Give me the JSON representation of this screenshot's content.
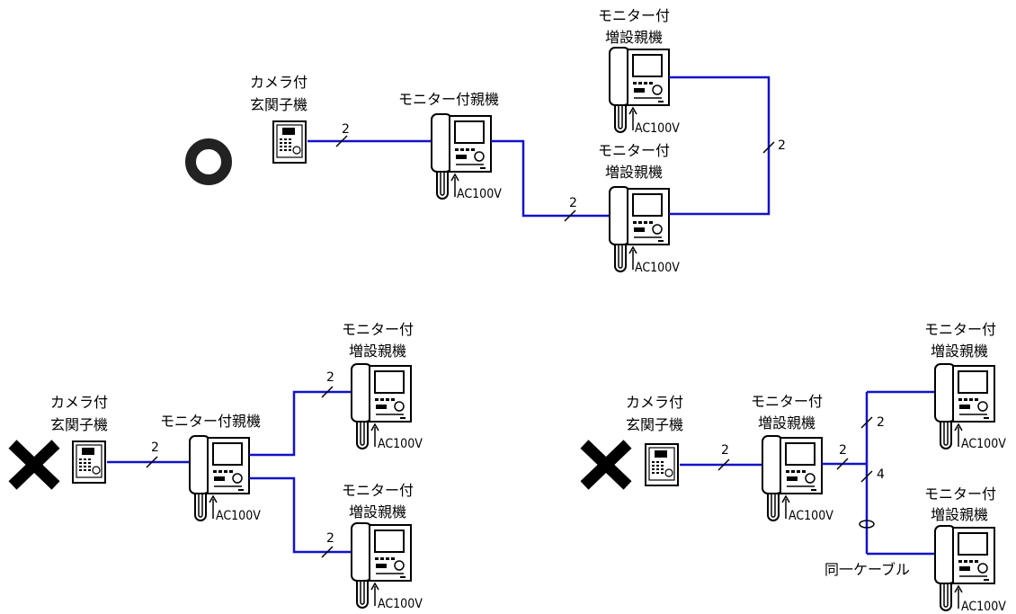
{
  "labels": {
    "camera_unit": [
      "カメラ付",
      "玄関子機"
    ],
    "monitor_master": "モニター付親機",
    "monitor_extension": [
      "モニター付",
      "増設親機"
    ],
    "power": "AC100V",
    "same_cable": "同一ケーブル"
  },
  "wire_counts": {
    "two": "2",
    "four": "4"
  },
  "marks": {
    "ok": "circle-mark",
    "ng": "cross-mark"
  },
  "colors": {
    "wire": "#1212cc",
    "ok_mark": "#222222",
    "ng_mark": "#000000"
  }
}
